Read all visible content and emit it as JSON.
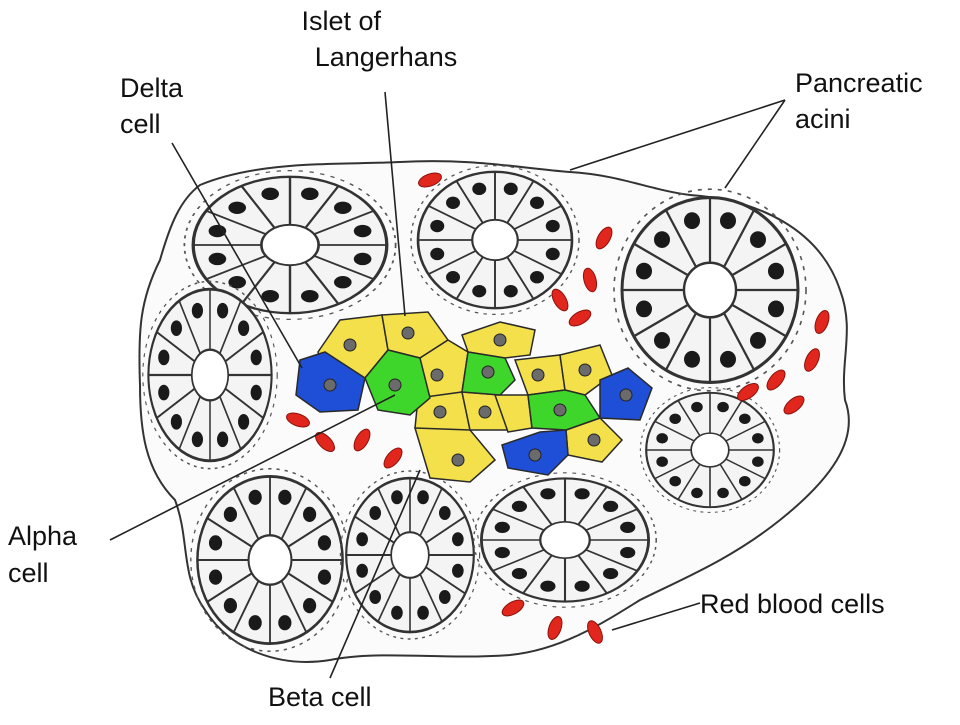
{
  "labels": {
    "islet": [
      "Islet of",
      "Langerhans"
    ],
    "delta": [
      "Delta",
      "cell"
    ],
    "acini": [
      "Pancreatic",
      "acini"
    ],
    "alpha": [
      "Alpha",
      "cell"
    ],
    "beta": "Beta cell",
    "rbc": "Red blood cells"
  },
  "colors": {
    "beta_cell": "#f3e04a",
    "alpha_cell": "#3ed62a",
    "delta_cell": "#1f4fd6",
    "red_blood_cell": "#e1271d",
    "outline": "#2a2a2a"
  }
}
